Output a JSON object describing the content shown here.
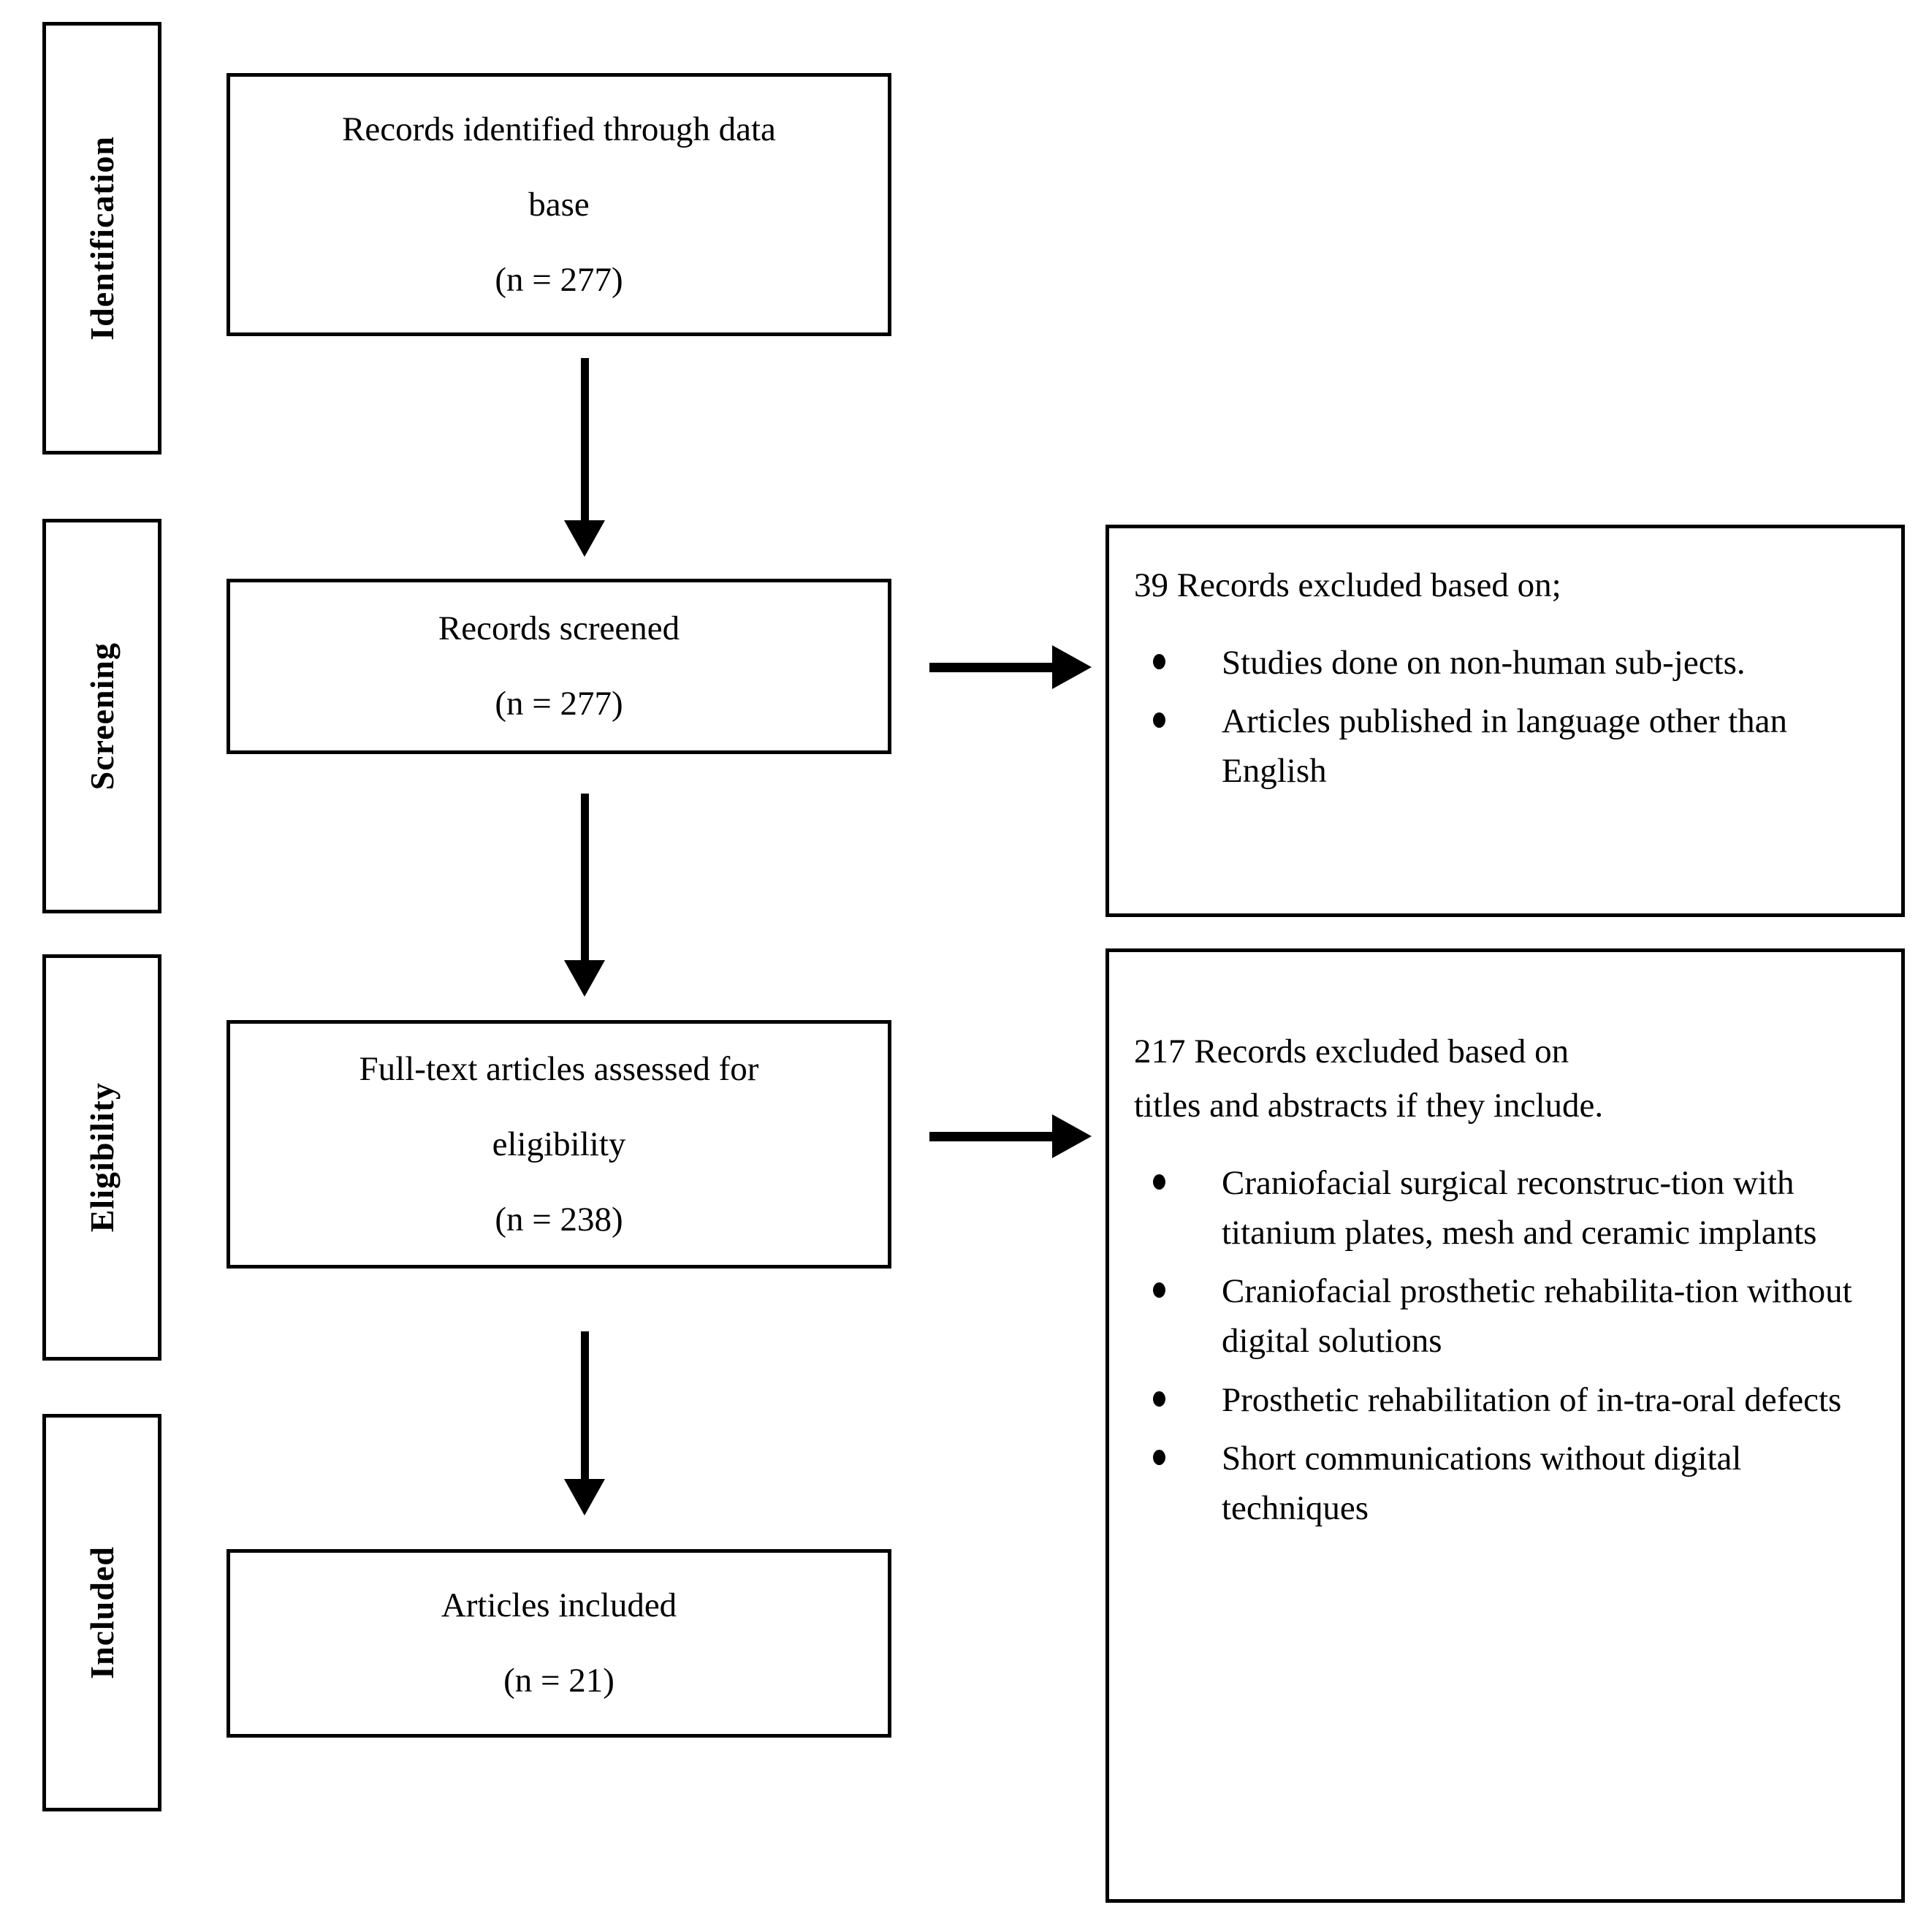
{
  "diagram": {
    "type": "prisma-flow-diagram",
    "stages": [
      {
        "id": "identification",
        "label": "Identification"
      },
      {
        "id": "screening",
        "label": "Screening"
      },
      {
        "id": "eligibility",
        "label": "Eligibility"
      },
      {
        "id": "included",
        "label": "Included"
      }
    ],
    "flow_boxes": [
      {
        "id": "records-identified",
        "lines": [
          "Records identified through data",
          "base",
          "(n = 277)"
        ],
        "count": 277
      },
      {
        "id": "records-screened",
        "lines": [
          "Records screened",
          "(n = 277)"
        ],
        "count": 277
      },
      {
        "id": "full-text-assessed",
        "lines": [
          "Full-text articles assessed for",
          "eligibility",
          "(n = 238)"
        ],
        "count": 238
      },
      {
        "id": "articles-included",
        "lines": [
          "Articles included",
          "(n = 21)"
        ],
        "count": 21
      }
    ],
    "exclusion_boxes": [
      {
        "id": "screening-exclusions",
        "heading": "39 Records excluded based on;",
        "count": 39,
        "items": [
          "Studies done on non-human sub-jects.",
          "Articles published in language other than English"
        ]
      },
      {
        "id": "eligibility-exclusions",
        "heading_lines": [
          "217 Records excluded based on",
          "titles and abstracts if they include."
        ],
        "count": 217,
        "items": [
          "Craniofacial surgical reconstruc-tion with titanium plates, mesh and ceramic implants",
          "Craniofacial prosthetic rehabilita-tion without digital solutions",
          "Prosthetic rehabilitation of in-tra-oral defects",
          "Short communications without digital techniques"
        ]
      }
    ],
    "connectors": [
      {
        "id": "arrow-identified-to-screened",
        "direction": "down"
      },
      {
        "id": "arrow-screened-to-fulltext",
        "direction": "down"
      },
      {
        "id": "arrow-fulltext-to-included",
        "direction": "down"
      },
      {
        "id": "arrow-screened-to-exclusion",
        "direction": "right"
      },
      {
        "id": "arrow-fulltext-to-exclusion",
        "direction": "right"
      }
    ],
    "colors": {
      "line": "#000000",
      "background": "#ffffff",
      "text": "#000000"
    }
  }
}
